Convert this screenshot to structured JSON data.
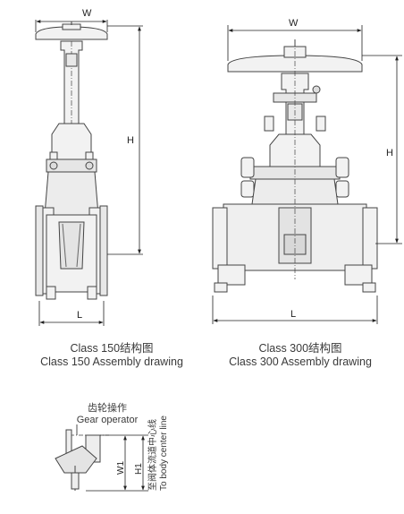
{
  "dimensions": {
    "class150_width": "W",
    "class150_height": "H",
    "class150_length": "L",
    "class300_width": "W",
    "class300_height": "H",
    "class300_length": "L",
    "gear_w1": "W1",
    "gear_h1": "H1"
  },
  "captions": {
    "class150_cn": "Class 150结构图",
    "class150_en": "Class 150 Assembly drawing",
    "class300_cn": "Class 300结构图",
    "class300_en": "Class 300 Assembly drawing",
    "gear_cn": "齿轮操作",
    "gear_en": "Gear operator",
    "centerline_cn": "至阀体流道中心线",
    "centerline_en": "To body center line"
  }
}
